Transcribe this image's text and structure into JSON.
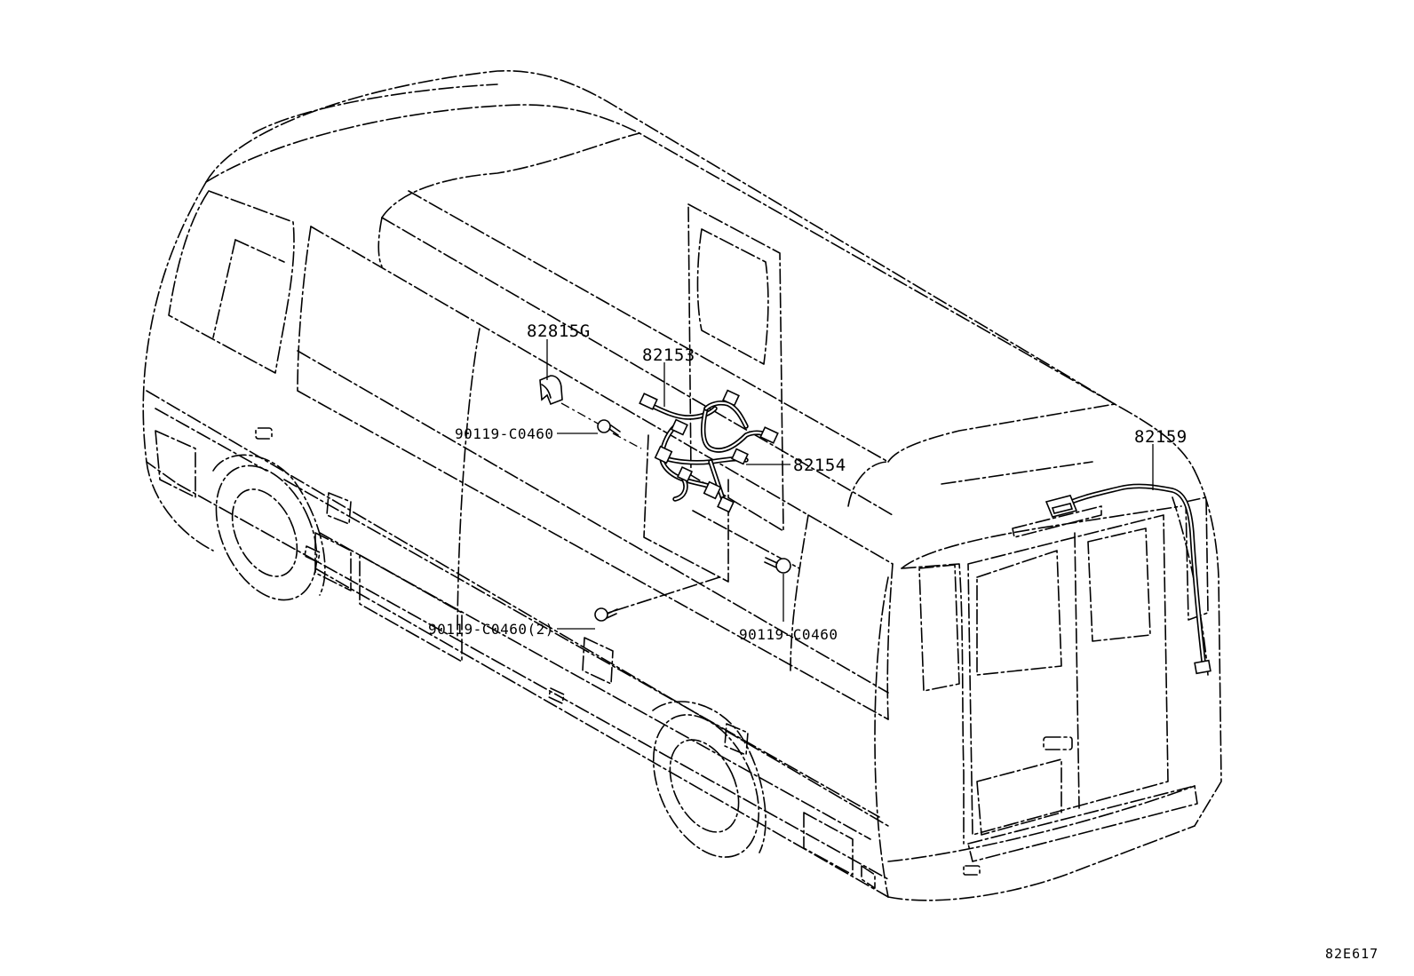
{
  "diagram": {
    "parts": {
      "p82815g": "82815G",
      "p82153": "82153",
      "p82154": "82154",
      "p82159": "82159",
      "bolt_a": "90119-C0460",
      "bolt_b": "90119-C0460(2)",
      "bolt_c": "90119-C0460"
    },
    "reference_code": "82E617"
  }
}
